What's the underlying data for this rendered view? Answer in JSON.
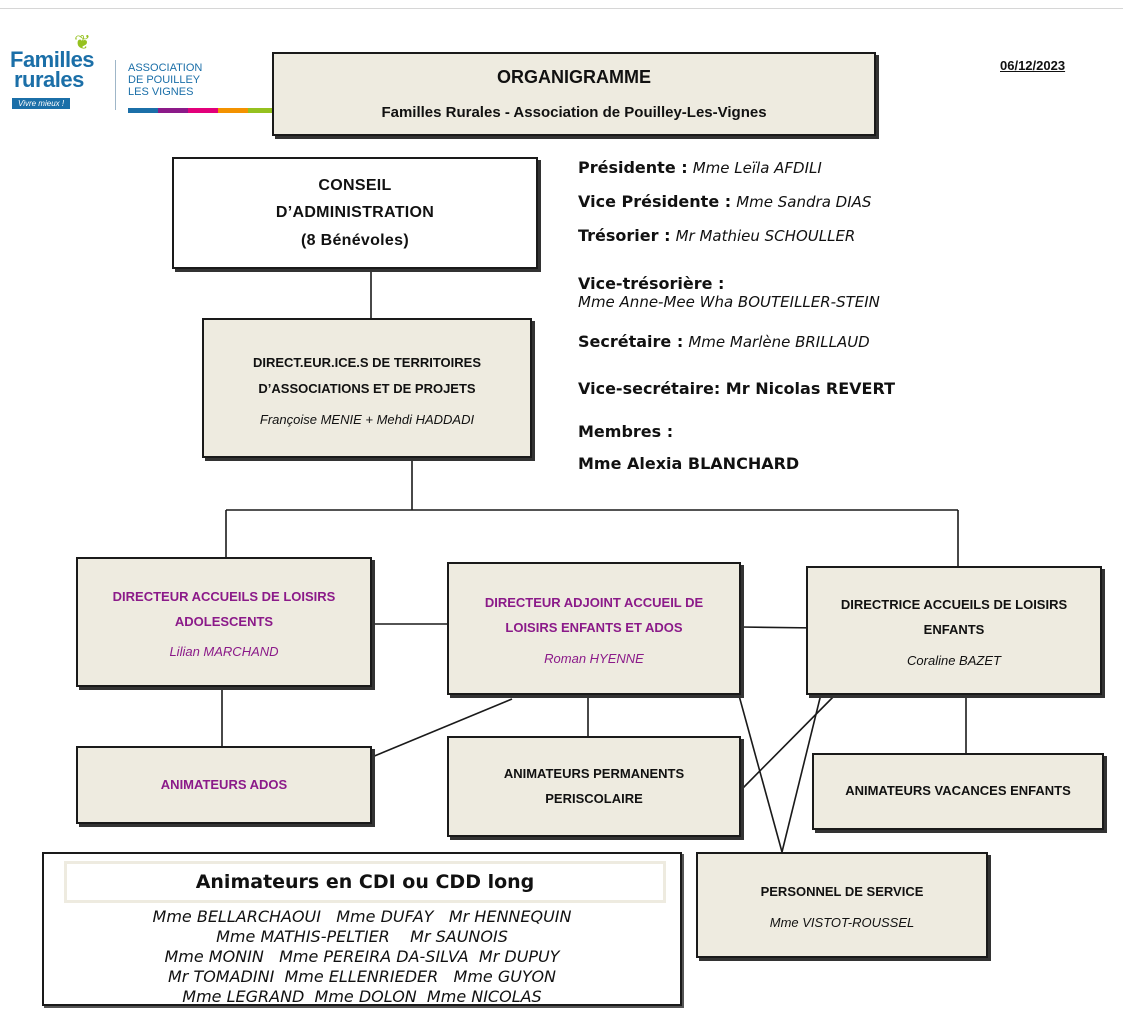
{
  "date": "06/12/2023",
  "logo": {
    "brand_line1": "Familles",
    "brand_line2": "rurales",
    "tagline": "Vivre mieux !",
    "assoc_line1": "ASSOCIATION",
    "assoc_line2": "DE POUILLEY",
    "assoc_line3": "LES VIGNES",
    "colors": [
      "#1b6fa8",
      "#8b1a89",
      "#e2007a",
      "#f39200",
      "#95c11f"
    ]
  },
  "title": {
    "main": "ORGANIGRAMME",
    "sub": "Familles Rurales - Association de Pouilley-Les-Vignes"
  },
  "conseil": {
    "line1": "CONSEIL",
    "line2": "D’ADMINISTRATION",
    "line3": "(8 Bénévoles)"
  },
  "officers": {
    "presidente_label": "Présidente :",
    "presidente_name": "Mme Leïla AFDILI",
    "vice_presidente_label": "Vice Présidente :",
    "vice_presidente_name": "Mme Sandra DIAS",
    "tresorier_label": "Trésorier :",
    "tresorier_name": "Mr Mathieu SCHOULLER",
    "vice_tresoriere_label": "Vice-trésorière :",
    "vice_tresoriere_name": "Mme Anne-Mee Wha BOUTEILLER-STEIN",
    "secretaire_label": "Secrétaire :",
    "secretaire_name": "Mme Marlène BRILLAUD",
    "vice_secretaire": "Vice-secrétaire: Mr Nicolas REVERT",
    "membres_label": "Membres :",
    "membre_1": "Mme Alexia BLANCHARD"
  },
  "direction": {
    "line1": "DIRECT.EUR.ICE.S DE TERRITOIRES",
    "line2": "D’ASSOCIATIONS ET DE PROJETS",
    "names": "Françoise MENIE + Mehdi HADDADI"
  },
  "dir_ados": {
    "line1": "DIRECTEUR ACCUEILS DE LOISIRS",
    "line2": "ADOLESCENTS",
    "name": "Lilian MARCHAND"
  },
  "dir_adjoint": {
    "line1": "DIRECTEUR ADJOINT ACCUEIL DE",
    "line2": "LOISIRS ENFANTS ET ADOS",
    "name": "Roman HYENNE"
  },
  "dir_enfants": {
    "line1": "DIRECTRICE ACCUEILS DE LOISIRS",
    "line2": "ENFANTS",
    "name": "Coraline BAZET"
  },
  "anim_ados": "ANIMATEURS ADOS",
  "anim_perm": {
    "line1": "ANIMATEURS PERMANENTS",
    "line2": "PERISCOLAIRE"
  },
  "anim_vac": "ANIMATEURS VACANCES ENFANTS",
  "personnel": {
    "title": "PERSONNEL DE SERVICE",
    "name": "Mme VISTOT-ROUSSEL"
  },
  "cdi": {
    "title": "Animateurs en CDI ou CDD long",
    "lines": [
      "Mme BELLARCHAOUI   Mme DUFAY   Mr HENNEQUIN",
      "Mme MATHIS-PELTIER    Mr SAUNOIS",
      "Mme MONIN   Mme PEREIRA DA-SILVA  Mr DUPUY",
      "Mr TOMADINI  Mme ELLENRIEDER   Mme GUYON",
      "Mme LEGRAND  Mme DOLON  Mme NICOLAS"
    ]
  }
}
